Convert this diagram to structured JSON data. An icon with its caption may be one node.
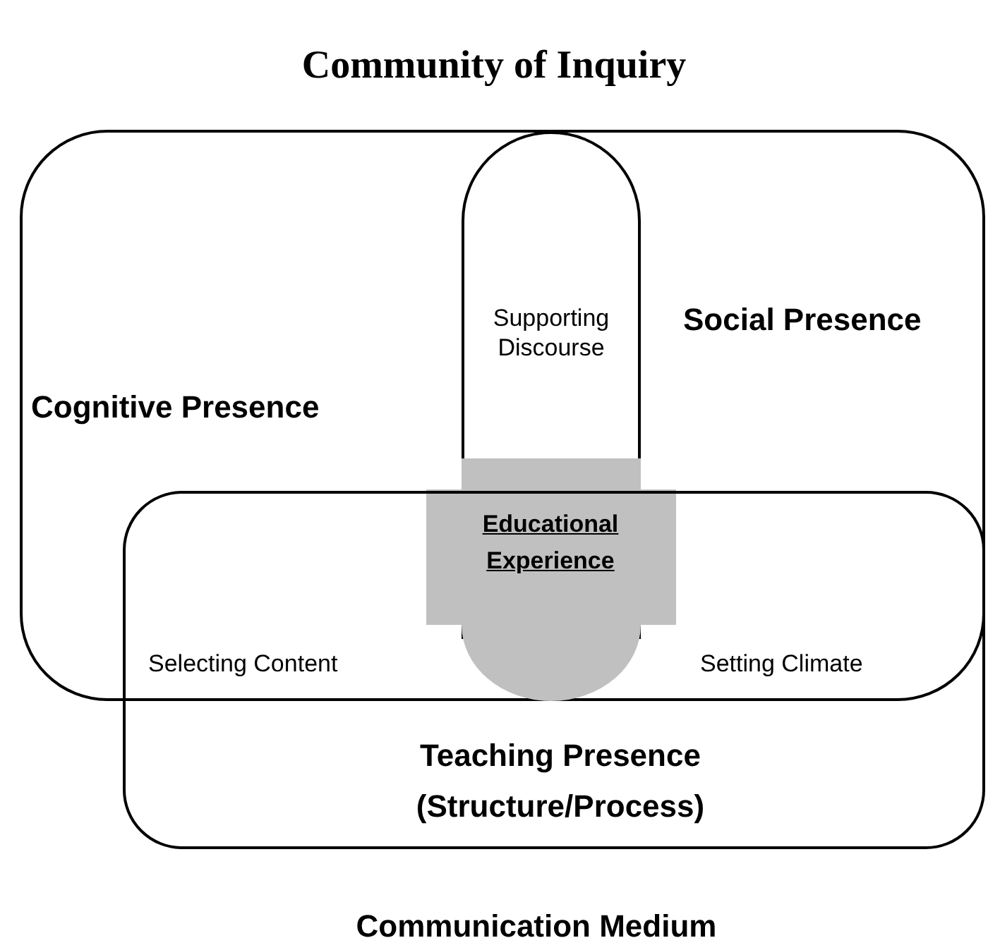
{
  "diagram": {
    "title": "Community of Inquiry",
    "nodes": [
      {
        "text": [
          "Cognitive Presence",
          "Social Presence"
        ]
      },
      {
        "text": [
          "Teaching Presence (Structure/Process)"
        ]
      },
      {
        "text": [
          "Supporting Discourse"
        ],
        "in": 0
      },
      {
        "text": [
          "Educational Experience"
        ],
        "in": 0
      }
    ],
    "labels": [
      "Selecting Content",
      "Setting Climate",
      "Communication Medium"
    ]
  }
}
